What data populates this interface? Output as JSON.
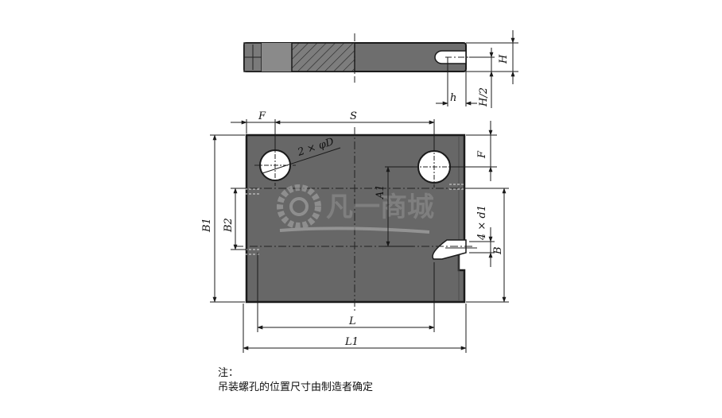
{
  "labels": {
    "F_top": "F",
    "S": "S",
    "H": "H",
    "H_half": "H/2",
    "h": "h",
    "holes": "2 × φD",
    "F_right": "F",
    "A1": "A1",
    "d1": "4 × d1",
    "B": "B",
    "B1": "B1",
    "B2": "B2",
    "L": "L",
    "L1": "L1"
  },
  "watermark": {
    "text": "凡一商城"
  },
  "note": {
    "heading": "注：",
    "body": "吊装螺孔的位置尺寸由制造者确定"
  },
  "colors": {
    "plate_fill": "#676767",
    "plate_stroke": "#1a1a1a",
    "side_view_fill": "#6e6e6e",
    "line": "#1a1a1a"
  }
}
